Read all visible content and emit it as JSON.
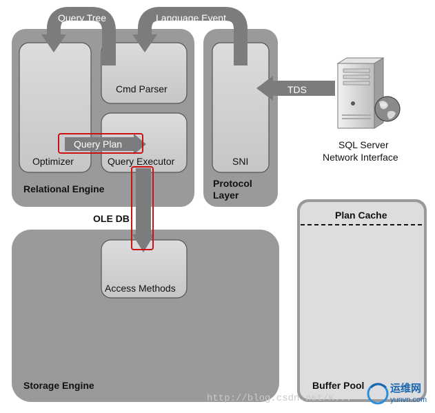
{
  "labels": {
    "query_tree": "Query Tree",
    "language_event": "Language Event",
    "cmd_parser": "Cmd Parser",
    "query_plan": "Query Plan",
    "optimizer": "Optimizer",
    "query_executor": "Query Executor",
    "relational_engine": "Relational Engine",
    "sni": "SNI",
    "protocol_layer_1": "Protocol",
    "protocol_layer_2": "Layer",
    "tds": "TDS",
    "sql_server_1": "SQL Server",
    "sql_server_2": "Network Interface",
    "ole_db": "OLE DB",
    "access_methods": "Access Methods",
    "storage_engine": "Storage Engine",
    "plan_cache": "Plan Cache",
    "buffer_pool": "Buffer Pool"
  },
  "watermark": {
    "url": "http://blog.csdn.net/K...",
    "logo_cn": "运维网",
    "logo_en": "yunvn.com"
  },
  "icons": {
    "server": "server-tower-icon",
    "globe": "globe-icon"
  },
  "colors": {
    "outer_box": "#9a9a9c",
    "inner_box": "#d2d2d4",
    "arrow": "#7c7c7e",
    "highlight": "#cc1111"
  }
}
